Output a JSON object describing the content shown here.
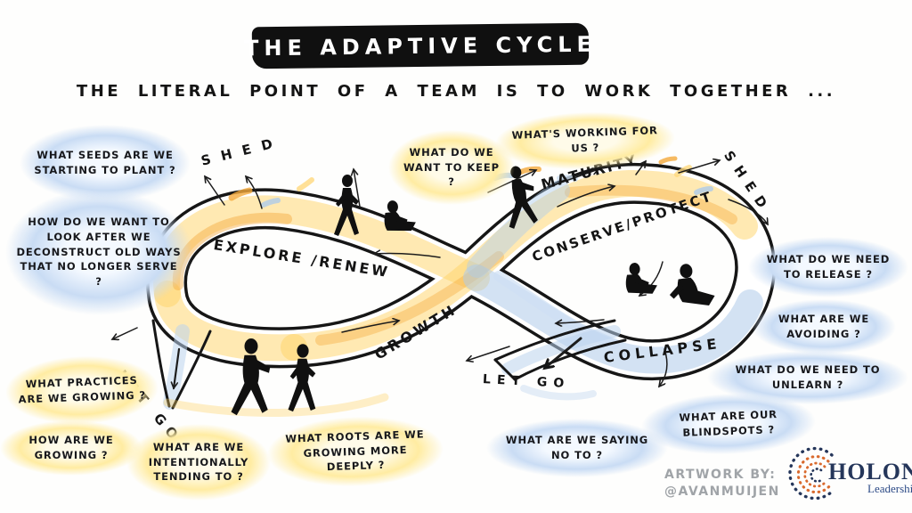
{
  "title": "THE ADAPTIVE CYCLE",
  "subtitle": "THE LITERAL POINT OF A TEAM IS TO WORK TOGETHER ...",
  "cycle": {
    "explore": "EXPLORE /RENEW",
    "growth": "GROWTH",
    "maturity": "MATURITY",
    "conserve": "CONSERVE/PROTECT",
    "collapse": "COLLAPSE",
    "shed_left": "SHED",
    "shed_right": "SHED",
    "let_go_left": "LET GO",
    "let_go_center": "LET GO"
  },
  "questions": [
    {
      "id": "seeds",
      "highlight": "blue",
      "text": "WHAT SEEDS ARE WE STARTING TO PLANT ?"
    },
    {
      "id": "deconstruct",
      "highlight": "blue",
      "text": "HOW DO WE WANT TO LOOK AFTER WE DECONSTRUCT OLD WAYS THAT NO LONGER SERVE ?"
    },
    {
      "id": "practices",
      "highlight": "yellow",
      "text": "WHAT PRACTICES ARE WE GROWING ?"
    },
    {
      "id": "how_growing",
      "highlight": "yellow",
      "text": "HOW ARE WE GROWING ?"
    },
    {
      "id": "intentionally",
      "highlight": "yellow",
      "text": "WHAT ARE WE INTENTIONALLY TENDING TO ?"
    },
    {
      "id": "roots",
      "highlight": "yellow",
      "text": "WHAT ROOTS ARE WE GROWING MORE DEEPLY ?"
    },
    {
      "id": "keep",
      "highlight": "yellow",
      "text": "WHAT DO WE WANT TO KEEP ?"
    },
    {
      "id": "working",
      "highlight": "yellow",
      "text": "WHAT'S WORKING FOR US ?"
    },
    {
      "id": "release",
      "highlight": "blue",
      "text": "WHAT DO WE NEED TO RELEASE ?"
    },
    {
      "id": "avoiding",
      "highlight": "blue",
      "text": "WHAT ARE WE AVOIDING ?"
    },
    {
      "id": "unlearn",
      "highlight": "blue",
      "text": "WHAT DO WE NEED TO UNLEARN ?"
    },
    {
      "id": "blindspots",
      "highlight": "blue",
      "text": "WHAT ARE OUR BLINDSPOTS ?"
    },
    {
      "id": "saying_no",
      "highlight": "blue",
      "text": "WHAT ARE WE SAYING NO TO ?"
    }
  ],
  "credit": {
    "label": "ARTWORK BY:",
    "handle": "@AVANMUIJEN"
  },
  "logo": {
    "brand": "HOLON",
    "tagline": "Leadership"
  },
  "colors": {
    "banner_black": "#101010",
    "ink": "#161616",
    "highlight_yellow": "#FFECA2",
    "highlight_blue": "#C9DCF4",
    "watercolor_yellow": "#FFD466",
    "watercolor_orange": "#F4A93B",
    "watercolor_blue": "#AECBEA",
    "credit_gray": "#A0A4A8",
    "logo_navy": "#25365A",
    "logo_orange": "#D96A2E"
  }
}
